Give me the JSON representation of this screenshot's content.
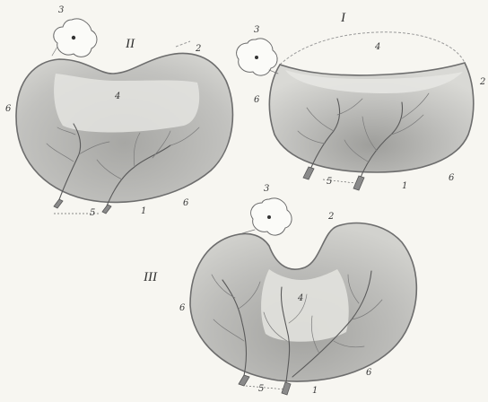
{
  "figures": [
    {
      "id": "I",
      "roman": "I",
      "labels": {
        "embryo": "3",
        "area": "4",
        "edge_left": "6",
        "edge_right": "2",
        "vessels": "5",
        "bottom": "1",
        "edge_bottom": "6"
      }
    },
    {
      "id": "II",
      "roman": "II",
      "labels": {
        "embryo": "3",
        "area": "4",
        "edge_left": "6",
        "top_right": "2",
        "vessels": "5",
        "bottom": "1",
        "edge_bottom": "6"
      }
    },
    {
      "id": "III",
      "roman": "III",
      "labels": {
        "embryo": "3",
        "area": "4",
        "edge_left": "6",
        "top_right": "2",
        "vessels": "5",
        "bottom": "1",
        "edge_bottom": "6"
      }
    }
  ],
  "colors": {
    "background": "#f7f6f1",
    "yolk_shade": "#b9b9b6",
    "outline": "#6d6d6d"
  }
}
